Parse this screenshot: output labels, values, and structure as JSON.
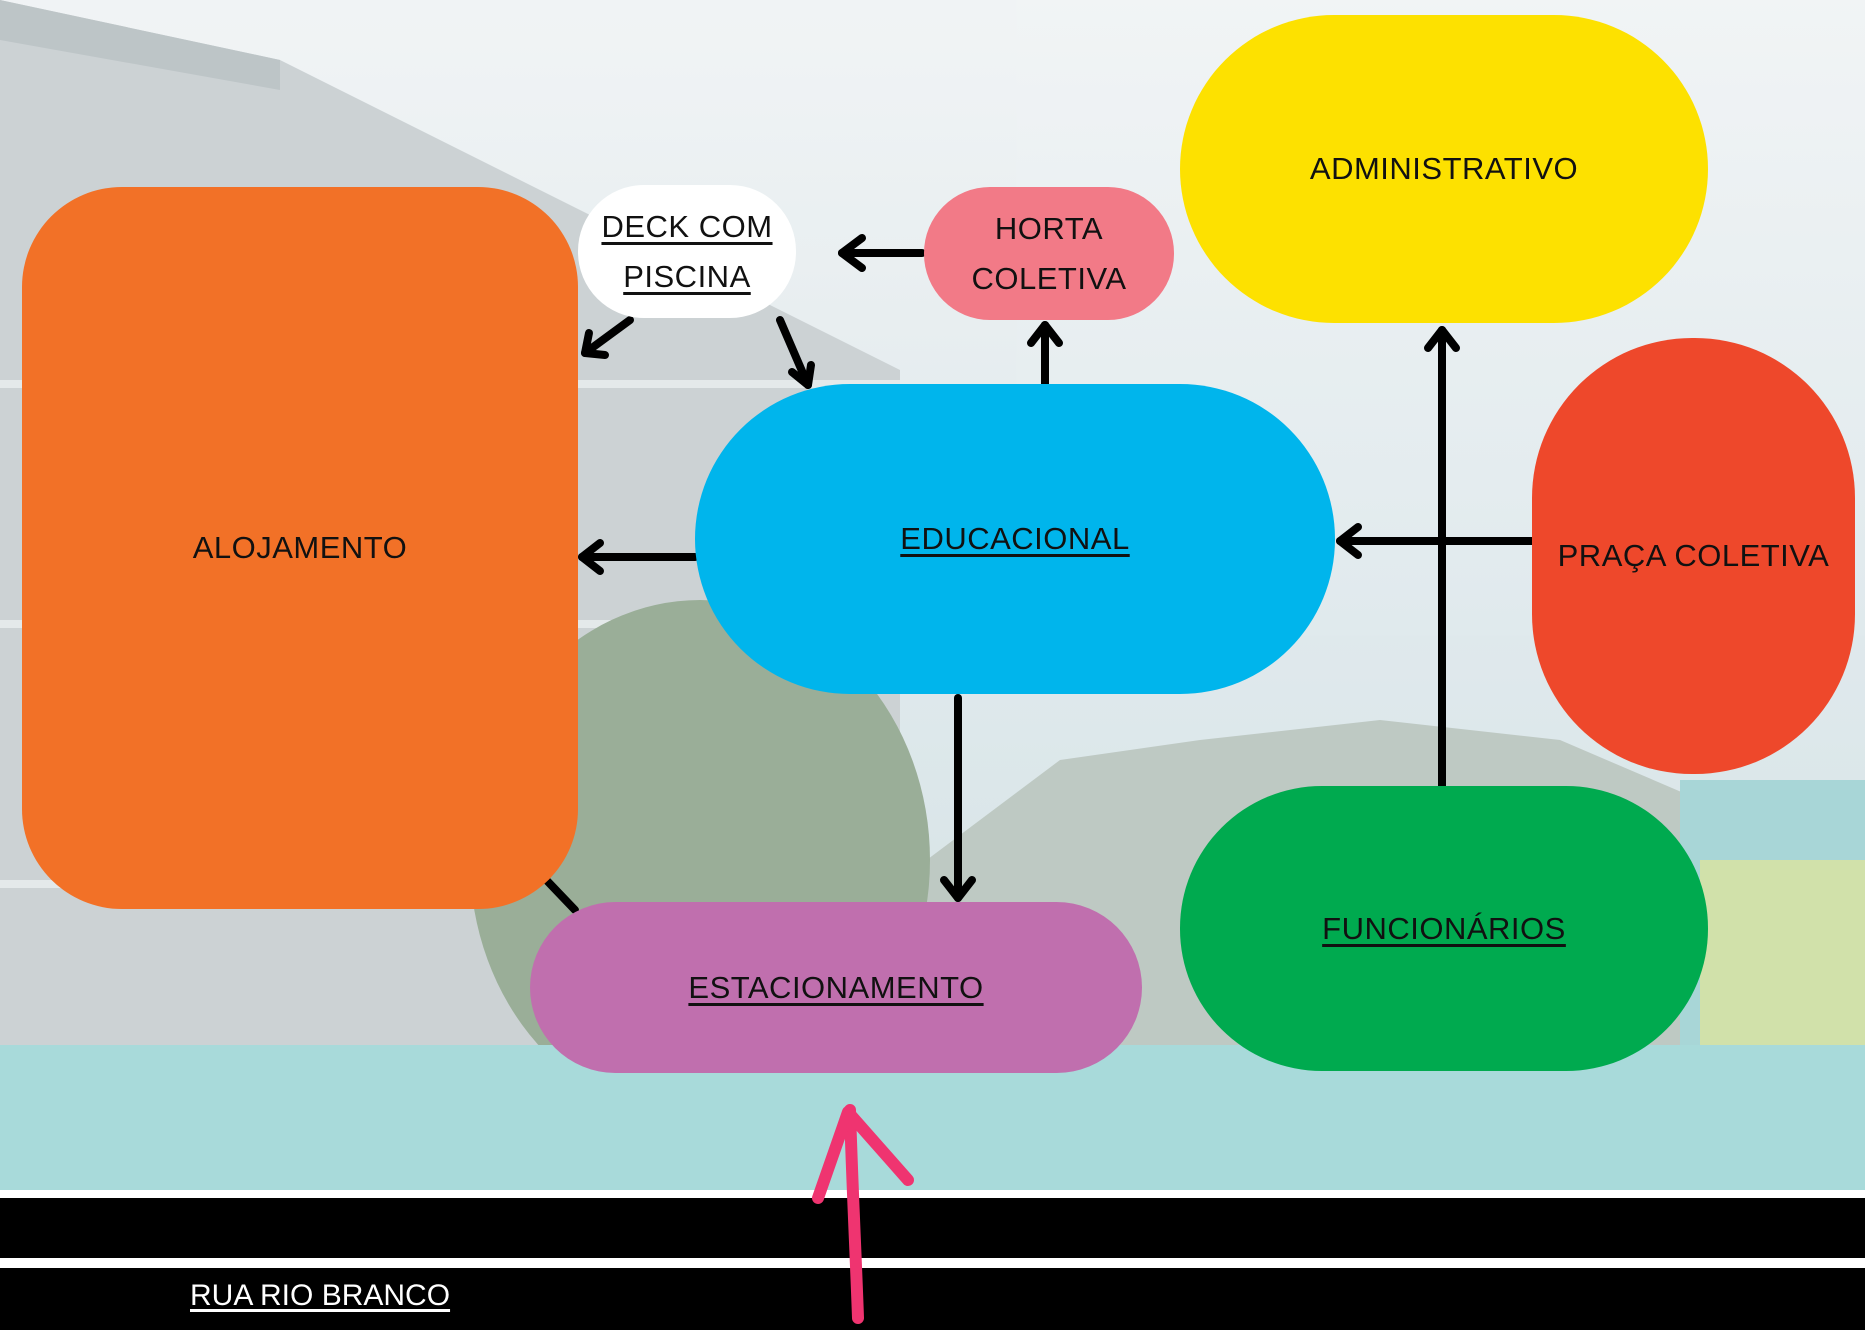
{
  "colors": {
    "alojamento": "#f27127",
    "deck": "#ffffff",
    "horta": "#f27a87",
    "administrativo": "#fde100",
    "educacional": "#00b5ec",
    "praca": "#ee482b",
    "funcionarios": "#00aa4f",
    "estacionamento": "#c06fae",
    "arrow": "#000000",
    "entrance_arrow": "#ef3470",
    "street": "#000000"
  },
  "nodes": {
    "alojamento": {
      "label": "ALOJAMENTO"
    },
    "deck": {
      "line1": "DECK COM",
      "line2": "PISCINA"
    },
    "horta": {
      "line1": "HORTA",
      "line2": "COLETIVA"
    },
    "administrativo": {
      "label": "ADMINISTRATIVO"
    },
    "educacional": {
      "label": "EDUCACIONAL"
    },
    "praca": {
      "label": "PRAÇA COLETIVA"
    },
    "funcionarios": {
      "label": "FUNCIONÁRIOS"
    },
    "estacionamento": {
      "label": "ESTACIONAMENTO"
    }
  },
  "street": {
    "label": "RUA RIO BRANCO"
  }
}
